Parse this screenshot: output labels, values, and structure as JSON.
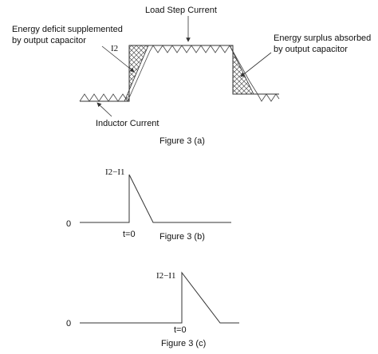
{
  "figure_a": {
    "title": "Load Step Current",
    "label_deficit_line1": "Energy deficit supplemented",
    "label_deficit_line2": "by output capacitor",
    "label_surplus_line1": "Energy surplus absorbed",
    "label_surplus_line2": "by output capacitor",
    "label_inductor": "Inductor Current",
    "label_i2": "I2",
    "caption": "Figure 3 (a)"
  },
  "figure_b": {
    "label_delta_i": "I2−I1",
    "label_zero": "0",
    "label_t0": "t=0",
    "caption": "Figure 3 (b)"
  },
  "figure_c": {
    "label_delta_i": "I2−I1",
    "label_zero": "0",
    "label_t0": "t=0",
    "caption": "Figure 3 (c)"
  }
}
